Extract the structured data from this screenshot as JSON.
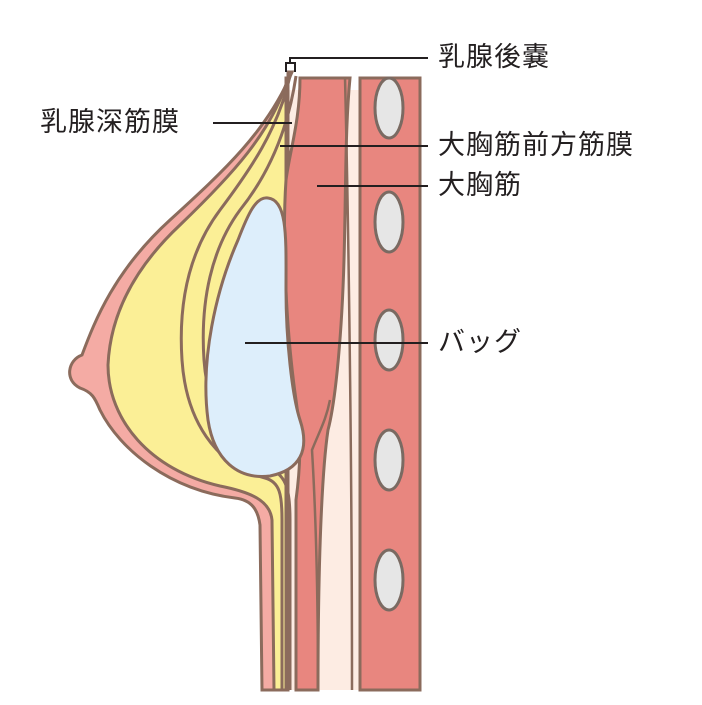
{
  "labels": {
    "retromammary_space": "乳腺後嚢",
    "deep_fascia": "乳腺深筋膜",
    "pectoral_fascia": "大胸筋前方筋膜",
    "pectoralis_major": "大胸筋",
    "bag": "バッグ"
  },
  "colors": {
    "skin": "#f4aba4",
    "skin_outline": "#8b6b5c",
    "gland": "#fbef96",
    "muscle": "#e8867f",
    "muscle_light": "#fdece3",
    "implant": "#ddeefb",
    "bone": "#e6e6e6",
    "line": "#231f20"
  }
}
